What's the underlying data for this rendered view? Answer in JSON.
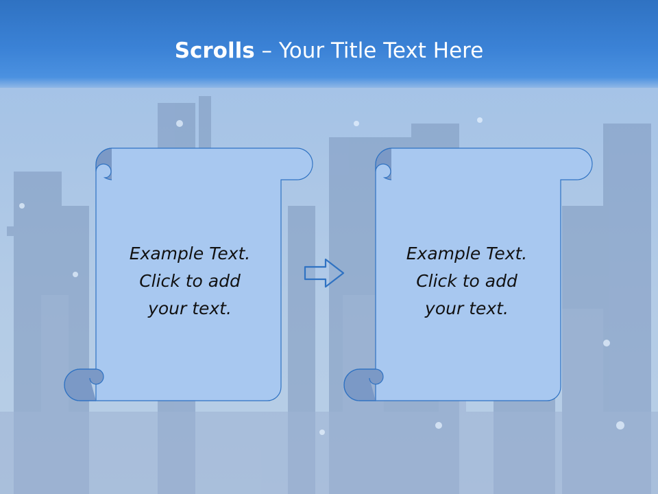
{
  "slide": {
    "title_bold": "Scrolls",
    "title_dash": " – ",
    "title_rest": "Your Title Text Here"
  },
  "scrolls": [
    {
      "line1": "Example  Text.",
      "line2": "Click  to add",
      "line3": "your text."
    },
    {
      "line1": "Example  Text.",
      "line2": "Click  to add",
      "line3": "your text."
    }
  ],
  "colors": {
    "header": "#3b82d6",
    "scroll_fill": "#a8c8f0",
    "scroll_stroke": "#2f72c2",
    "curl_fill": "#7b99c6",
    "arrow_stroke": "#2f72c2"
  },
  "icons": {
    "arrow": "right-arrow-icon"
  }
}
